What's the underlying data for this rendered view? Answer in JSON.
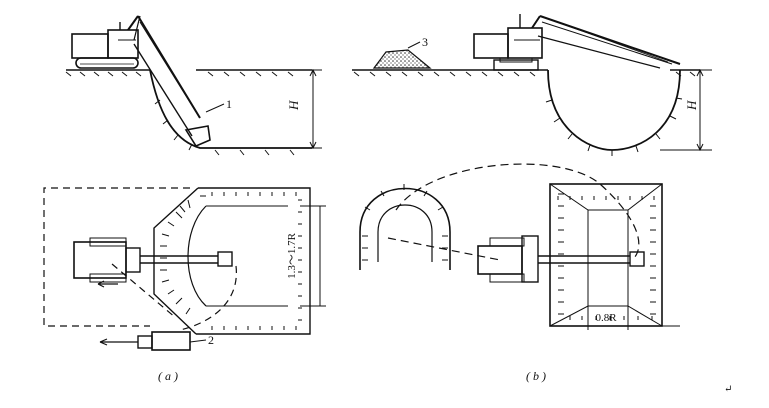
{
  "labels": {
    "part1": "1",
    "part2": "2",
    "part3": "3",
    "height_a": "H",
    "height_b": "H",
    "width_a": "1.3～1.7R",
    "width_b": "0.8R",
    "caption_a": "( a )",
    "caption_b": "( b )",
    "return_mark": "↵"
  }
}
